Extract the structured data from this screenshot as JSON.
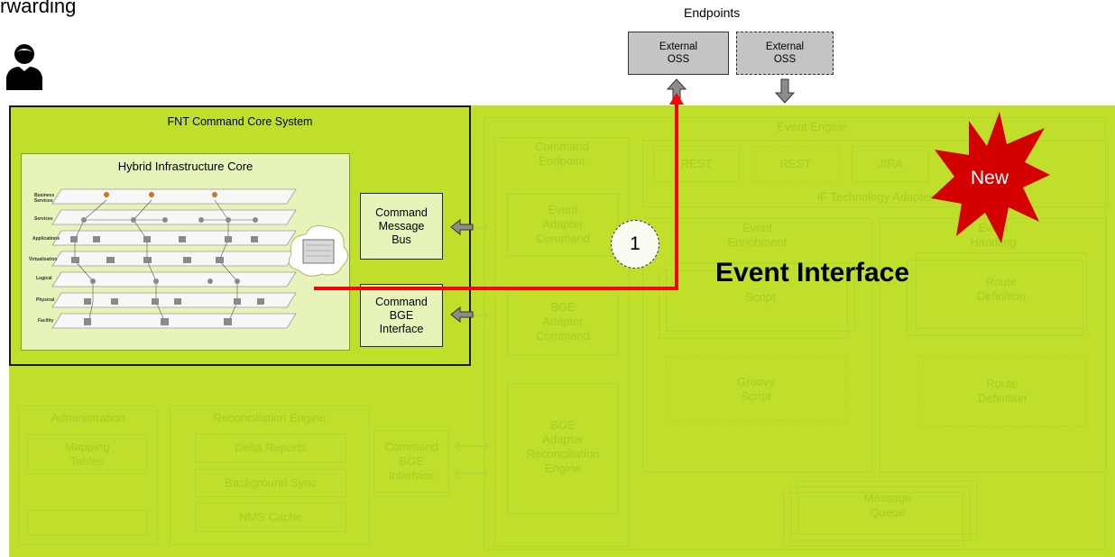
{
  "header": {
    "partial_title": "rwarding",
    "endpoints_title": "Endpoints"
  },
  "endpoints": [
    {
      "label": "External\nOSS",
      "style": "solid",
      "arrow": "up"
    },
    {
      "label": "External\nOSS",
      "style": "dashed",
      "arrow": "down"
    }
  ],
  "core_system": {
    "title": "FNT Command Core System",
    "inner_title": "Hybrid Infrastructure Core",
    "layers": [
      "Business Services",
      "Services",
      "Applications",
      "Virtualization",
      "Logical",
      "Physical",
      "Facility"
    ],
    "command_message_bus": "Command\nMessage\nBus",
    "command_bge_interface": "Command\nBGE\nInterface"
  },
  "step_badge": "1",
  "event_interface_label": "Event Interface",
  "new_badge": "New",
  "background_diagram": {
    "event_engine": "Event Engine",
    "command_endpoint": "Command\nEndpoint",
    "rest_1": "REST",
    "rest_2": "REST",
    "jira": "JIRA",
    "if_technology_adapter": "IF Technology Adapter",
    "event_adapter_command": "Event\nAdapter\nCommand",
    "bge_adapter_command": "BGE\nAdapter\nCommand",
    "bge_adapter_reconciliation": "BGE\nAdapter\nReconciliation\nEngine",
    "event_enrichment": "Event\nEnrichment",
    "event_handling": "Event\nHandling",
    "script": "Script",
    "groovy_script": "Groovy\nScript",
    "route_definition_1": "Route\nDefinition",
    "route_definition_2": "Route\nDefinition",
    "message_queue": "Message\nQueue",
    "administration": "Administration",
    "mapping_tables": "Mapping\nTables",
    "reconciliation_engine": "Reconciliation Engine",
    "delta_reports": "Delta Reports",
    "background_sync": "Background Sync",
    "nms_cache": "NMS Cache",
    "command_bge_interface": "Command\nBGE\nInterface"
  },
  "colors": {
    "green": "#bfdf2b",
    "light_green": "#e6f3b9",
    "flow_line": "#ff0000",
    "new_star": "#d40000",
    "endpoint_gray": "#c4c4c4"
  }
}
